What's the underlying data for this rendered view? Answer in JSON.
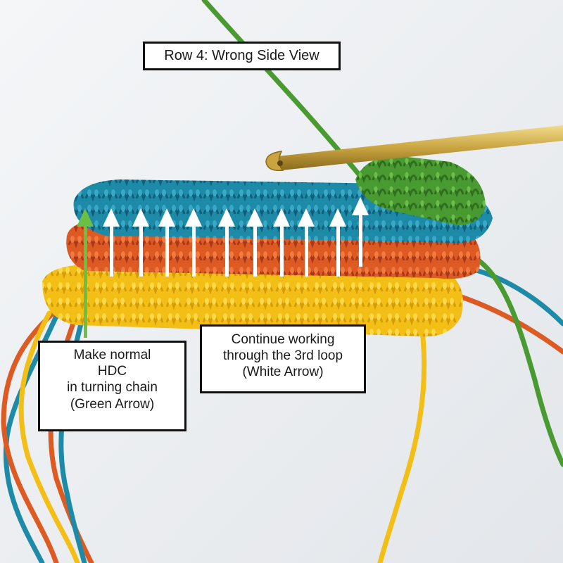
{
  "title": "Row 4: Wrong Side View",
  "green_arrow_note": {
    "lines": [
      "Make normal",
      "HDC",
      "in turning chain",
      "(Green Arrow)"
    ]
  },
  "white_arrow_note": {
    "lines": [
      "Continue working",
      "through the 3rd loop",
      "(White Arrow)"
    ]
  },
  "colors": {
    "background": "#eef0f3",
    "yarn_yellow": "#f5c518",
    "yarn_orange": "#e05a24",
    "yarn_teal": "#1f8fae",
    "yarn_green": "#4a9a32",
    "hook_gold": "#c9a441",
    "arrow_white": "#ffffff",
    "arrow_green": "#6cbf45"
  },
  "white_arrow_count": 10
}
